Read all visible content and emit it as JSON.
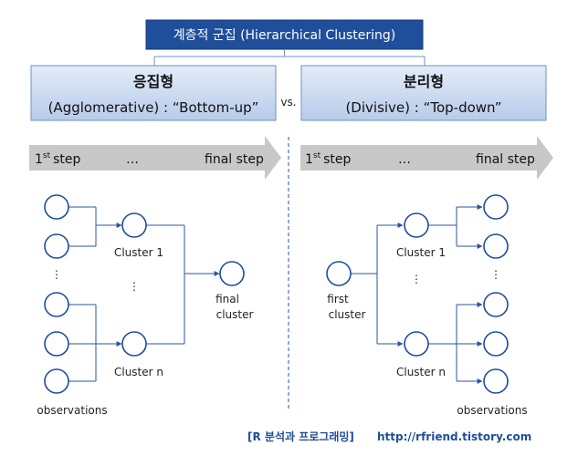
{
  "title": "계층적 군집 (Hierarchical Clustering)",
  "left": {
    "heading": "응집형",
    "subtitle": "(Agglomerative) : “Bottom-up”",
    "step_first_base": "1",
    "step_first_sup": "st",
    "step_first_word": "step",
    "step_dots": "…",
    "step_final": "final step",
    "cluster_1": "Cluster 1",
    "cluster_dots": "⋮",
    "cluster_n": "Cluster n",
    "final_line1": "final",
    "final_line2": "cluster",
    "obs_dots": "⋮",
    "observations": "observations"
  },
  "vs": "vs.",
  "right": {
    "heading": "분리형",
    "subtitle": "(Divisive) : “Top-down”",
    "step_first_base": "1",
    "step_first_sup": "st",
    "step_first_word": "step",
    "step_dots": "…",
    "step_final": "final step",
    "first_line1": "first",
    "first_line2": "cluster",
    "cluster_1": "Cluster 1",
    "cluster_dots": "⋮",
    "cluster_n": "Cluster n",
    "obs_dots": "⋮",
    "observations": "observations"
  },
  "source_label": "[R 분석과 프로그래밍]",
  "source_url": "http://rfriend.tistory.com",
  "colors": {
    "title_bg": "#1f4e9a",
    "header_bg_top": "#dbe6f5",
    "header_bg_bottom": "#b8cdea",
    "header_border": "#6f92c4",
    "arrow": "#c4c4c4",
    "node_stroke": "#1f4e9a",
    "connector": "#2a56a0",
    "divider": "#2a56a0"
  }
}
